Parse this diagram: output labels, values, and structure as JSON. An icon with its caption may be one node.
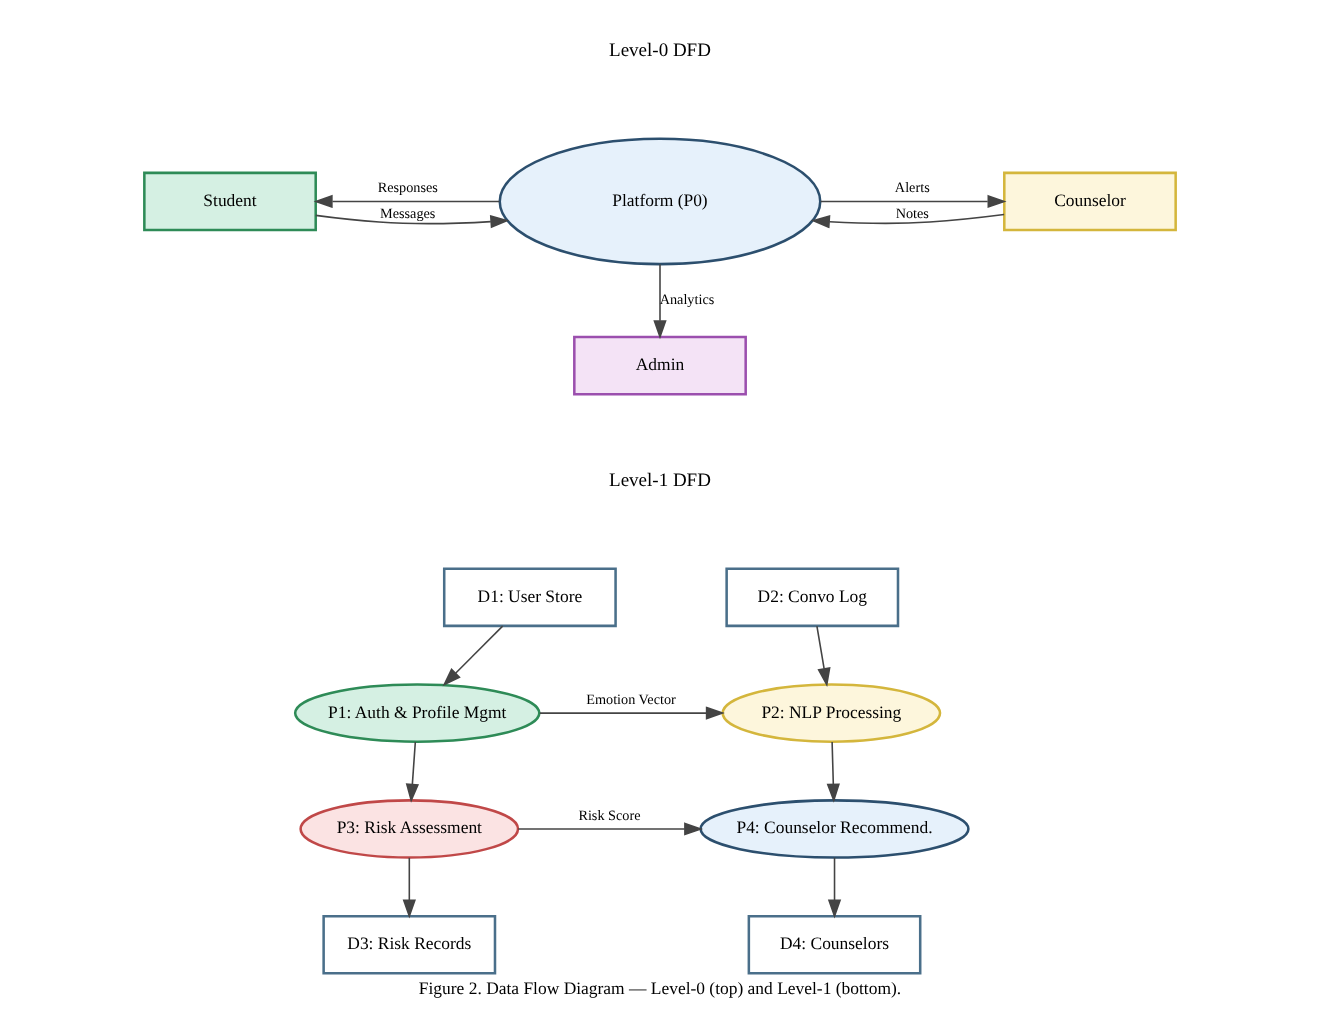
{
  "diagram": {
    "caption": "Figure 2. Data Flow Diagram — Level-0 (top) and Level-1 (bottom).",
    "nodes": [
      {
        "text": [
          "Student"
        ]
      },
      {
        "text": [
          "Platform (P0)"
        ]
      },
      {
        "text": [
          "Counselor"
        ]
      },
      {
        "text": [
          "Admin"
        ]
      },
      {
        "text": [
          "D1: User Store"
        ]
      },
      {
        "text": [
          "D2: Convo Log"
        ]
      },
      {
        "text": [
          "P1: Auth & Profile Mgmt"
        ]
      },
      {
        "text": [
          "P2: NLP Processing"
        ]
      },
      {
        "text": [
          "P3: Risk Assessment"
        ]
      },
      {
        "text": [
          "P4: Counselor Recommend."
        ]
      },
      {
        "text": [
          "D3: Risk Records"
        ]
      },
      {
        "text": [
          "D4: Counselors"
        ]
      }
    ],
    "edges": [
      {
        "from": 0,
        "to": 1,
        "arrow": "to",
        "label": "Messages"
      },
      {
        "from": 1,
        "to": 0,
        "arrow": "to",
        "label": "Responses"
      },
      {
        "from": 1,
        "to": 2,
        "arrow": "to",
        "label": "Alerts"
      },
      {
        "from": 2,
        "to": 1,
        "arrow": "to",
        "label": "Notes"
      },
      {
        "from": 1,
        "to": 3,
        "arrow": "to",
        "label": "Analytics"
      },
      {
        "from": 4,
        "to": 6,
        "arrow": "to"
      },
      {
        "from": 6,
        "to": 7,
        "arrow": "to",
        "label": "Emotion Vector"
      },
      {
        "from": 5,
        "to": 7,
        "arrow": "to"
      },
      {
        "from": 6,
        "to": 8,
        "arrow": "to"
      },
      {
        "from": 7,
        "to": 9,
        "arrow": "to"
      },
      {
        "from": 8,
        "to": 9,
        "arrow": "to",
        "label": "Risk Score"
      },
      {
        "from": 8,
        "to": 10,
        "arrow": "to"
      },
      {
        "from": 9,
        "to": 11,
        "arrow": "to"
      }
    ],
    "labels": [
      "Level-0 DFD",
      "Level-1 DFD"
    ]
  }
}
